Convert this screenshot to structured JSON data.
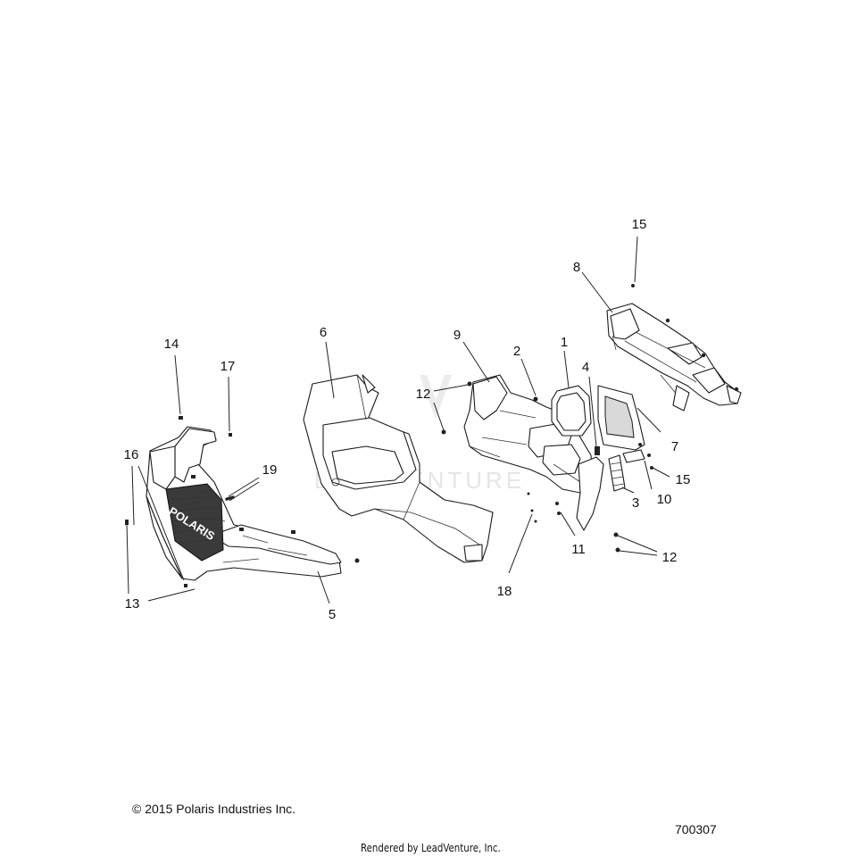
{
  "diagram": {
    "callouts": [
      {
        "id": "c15a",
        "label": "15"
      },
      {
        "id": "c8",
        "label": "8"
      },
      {
        "id": "c1",
        "label": "1"
      },
      {
        "id": "c2",
        "label": "2"
      },
      {
        "id": "c4",
        "label": "4"
      },
      {
        "id": "c9",
        "label": "9"
      },
      {
        "id": "c6",
        "label": "6"
      },
      {
        "id": "c12a",
        "label": "12"
      },
      {
        "id": "c14",
        "label": "14"
      },
      {
        "id": "c17",
        "label": "17"
      },
      {
        "id": "c7",
        "label": "7"
      },
      {
        "id": "c16",
        "label": "16"
      },
      {
        "id": "c19",
        "label": "19"
      },
      {
        "id": "c15b",
        "label": "15"
      },
      {
        "id": "c10",
        "label": "10"
      },
      {
        "id": "c3",
        "label": "3"
      },
      {
        "id": "c11",
        "label": "11"
      },
      {
        "id": "c12b",
        "label": "12"
      },
      {
        "id": "c18",
        "label": "18"
      },
      {
        "id": "c13",
        "label": "13"
      },
      {
        "id": "c5",
        "label": "5"
      }
    ],
    "grille_text": "POLARIS",
    "watermark": "LEADVENTURE"
  },
  "footer": {
    "copyright": "© 2015 Polaris Industries Inc.",
    "diagram_number": "700307",
    "rendered_by": "Rendered by LeadVenture, Inc."
  }
}
